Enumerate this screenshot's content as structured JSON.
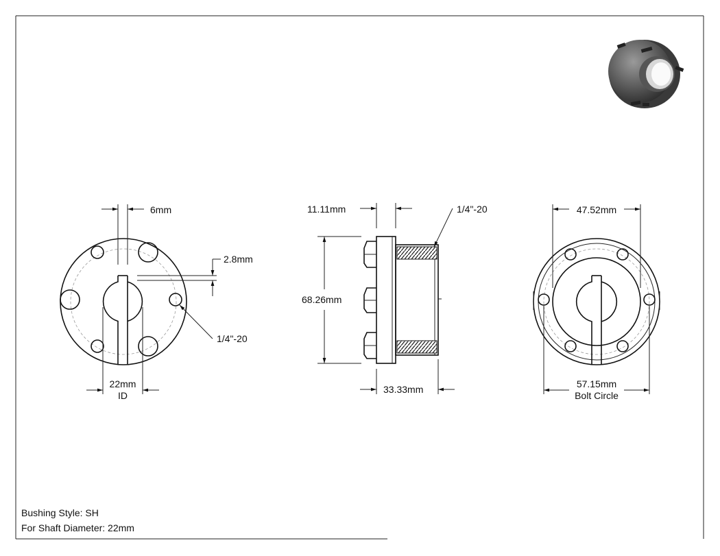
{
  "views": {
    "front": {
      "keyway_width": "6mm",
      "keyway_depth": "2.8mm",
      "tapped_hole": "1/4\"-20",
      "bore_diameter": "22mm",
      "bore_caption": "ID"
    },
    "side": {
      "flange_thickness": "11.11mm",
      "tapped_hole": "1/4\"-20",
      "flange_diameter": "68.26mm",
      "overall_length": "33.33mm"
    },
    "back": {
      "hub_diameter": "47.52mm",
      "bolt_circle_diameter": "57.15mm",
      "bolt_circle_caption": "Bolt Circle"
    }
  },
  "title_block": {
    "bushing_style": "Bushing Style: SH",
    "shaft_diameter": "For Shaft Diameter: 22mm"
  }
}
